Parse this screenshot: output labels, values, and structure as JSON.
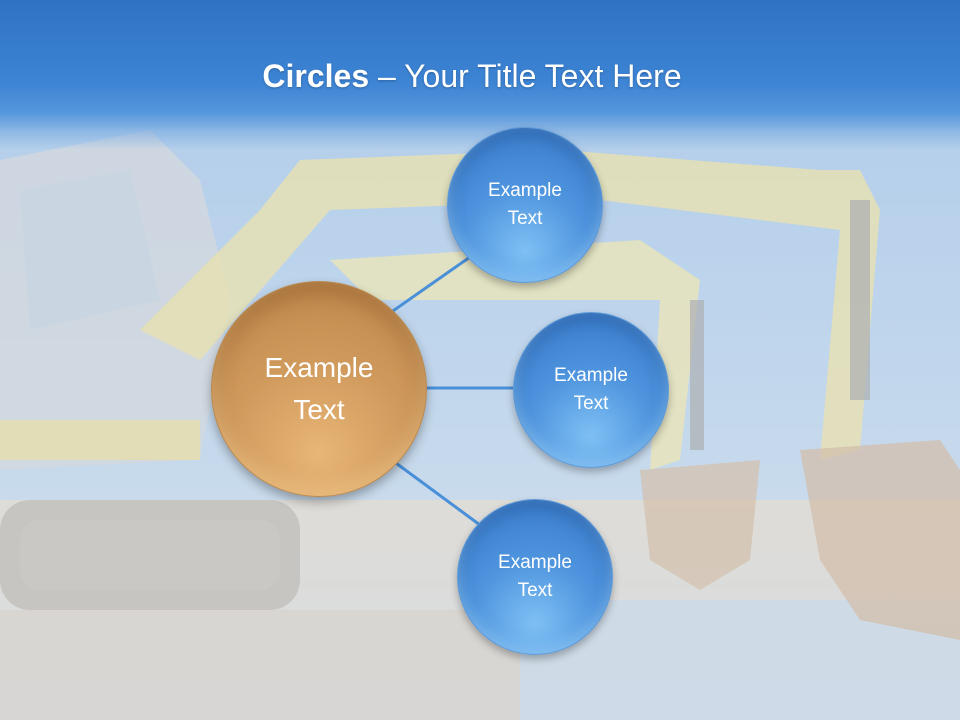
{
  "title": {
    "bold": "Circles",
    "rest": " – Your Title Text Here"
  },
  "center_circle": {
    "text": "Example\nText",
    "color": "#d09a5d"
  },
  "outer_circles": [
    {
      "text": "Example\nText",
      "color": "#4d93dd"
    },
    {
      "text": "Example\nText",
      "color": "#4d93dd"
    },
    {
      "text": "Example\nText",
      "color": "#4d93dd"
    }
  ],
  "colors": {
    "header": "#3d84d4",
    "connector": "#4a90d9"
  }
}
